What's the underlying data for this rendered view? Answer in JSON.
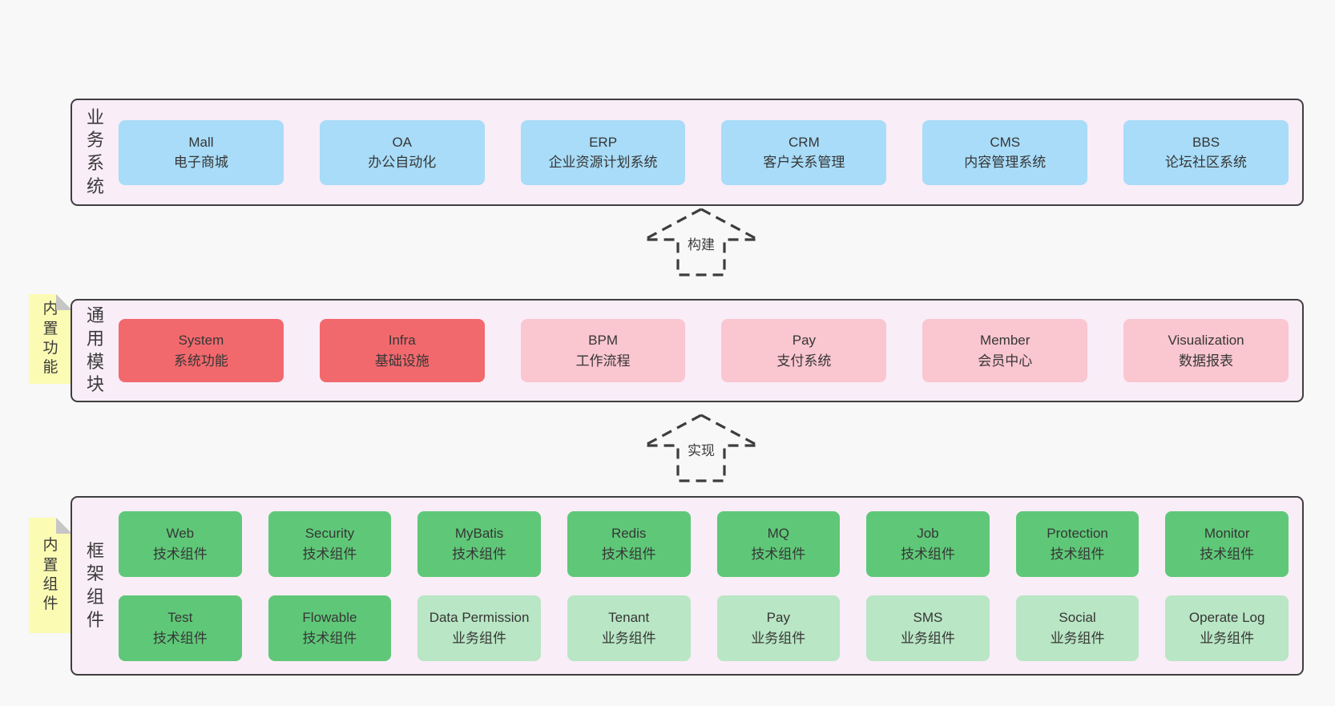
{
  "colors": {
    "blue": "#a8dcf8",
    "red": "#f2696d",
    "pink": "#fac6d0",
    "green": "#5fc878",
    "lightgreen": "#b9e6c4",
    "layer_fill": "#f9edf8",
    "layer_border": "#3f3f3f",
    "note_fill": "#fbfbb3",
    "note_fold": "#c6c6c6",
    "page_bg": "#f8f8f8",
    "text": "#363636"
  },
  "arrows": {
    "build": {
      "label": "构建"
    },
    "implement": {
      "label": "实现"
    }
  },
  "sections": {
    "business": {
      "label": "业务系统",
      "boxes": [
        {
          "title": "Mall",
          "subtitle": "电子商城",
          "type": "blue"
        },
        {
          "title": "OA",
          "subtitle": "办公自动化",
          "type": "blue"
        },
        {
          "title": "ERP",
          "subtitle": "企业资源计划系统",
          "type": "blue"
        },
        {
          "title": "CRM",
          "subtitle": "客户关系管理",
          "type": "blue"
        },
        {
          "title": "CMS",
          "subtitle": "内容管理系统",
          "type": "blue"
        },
        {
          "title": "BBS",
          "subtitle": "论坛社区系统",
          "type": "blue"
        }
      ]
    },
    "modules": {
      "label": "通用模块",
      "note": "内置功能",
      "boxes": [
        {
          "title": "System",
          "subtitle": "系统功能",
          "type": "red"
        },
        {
          "title": "Infra",
          "subtitle": "基础设施",
          "type": "red"
        },
        {
          "title": "BPM",
          "subtitle": "工作流程",
          "type": "pink"
        },
        {
          "title": "Pay",
          "subtitle": "支付系统",
          "type": "pink"
        },
        {
          "title": "Member",
          "subtitle": "会员中心",
          "type": "pink"
        },
        {
          "title": "Visualization",
          "subtitle": "数据报表",
          "type": "pink"
        }
      ]
    },
    "framework": {
      "label": "框架组件",
      "note": "内置组件",
      "boxes": [
        {
          "title": "Web",
          "subtitle": "技术组件",
          "type": "green"
        },
        {
          "title": "Security",
          "subtitle": "技术组件",
          "type": "green"
        },
        {
          "title": "MyBatis",
          "subtitle": "技术组件",
          "type": "green"
        },
        {
          "title": "Redis",
          "subtitle": "技术组件",
          "type": "green"
        },
        {
          "title": "MQ",
          "subtitle": "技术组件",
          "type": "green"
        },
        {
          "title": "Job",
          "subtitle": "技术组件",
          "type": "green"
        },
        {
          "title": "Protection",
          "subtitle": "技术组件",
          "type": "green"
        },
        {
          "title": "Monitor",
          "subtitle": "技术组件",
          "type": "green"
        },
        {
          "title": "Test",
          "subtitle": "技术组件",
          "type": "green"
        },
        {
          "title": "Flowable",
          "subtitle": "技术组件",
          "type": "green"
        },
        {
          "title": "Data Permission",
          "subtitle": "业务组件",
          "type": "lightgreen"
        },
        {
          "title": "Tenant",
          "subtitle": "业务组件",
          "type": "lightgreen"
        },
        {
          "title": "Pay",
          "subtitle": "业务组件",
          "type": "lightgreen"
        },
        {
          "title": "SMS",
          "subtitle": "业务组件",
          "type": "lightgreen"
        },
        {
          "title": "Social",
          "subtitle": "业务组件",
          "type": "lightgreen"
        },
        {
          "title": "Operate Log",
          "subtitle": "业务组件",
          "type": "lightgreen"
        }
      ]
    }
  }
}
